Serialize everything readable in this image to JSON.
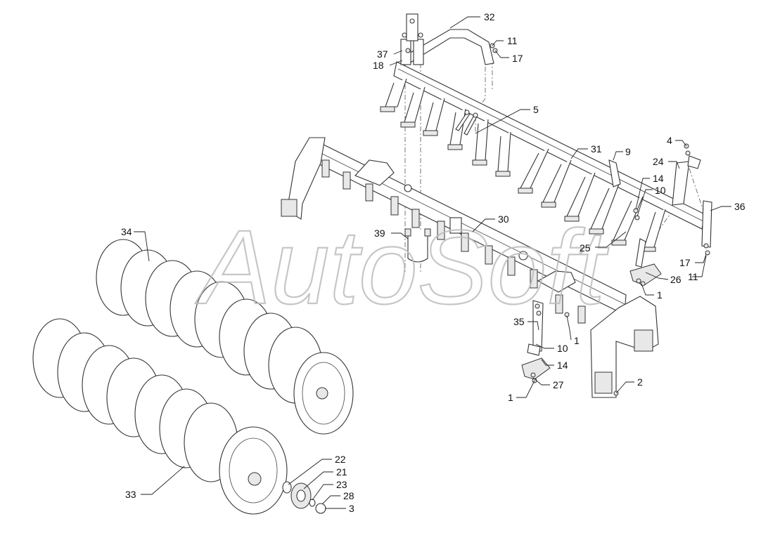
{
  "watermark": "AutoSoft",
  "labels": {
    "l1a": "1",
    "l1b": "1",
    "l1c": "1",
    "l2": "2",
    "l3": "3",
    "l4": "4",
    "l5": "5",
    "l9": "9",
    "l10a": "10",
    "l10b": "10",
    "l11a": "11",
    "l11b": "11",
    "l14a": "14",
    "l14b": "14",
    "l17a": "17",
    "l17b": "17",
    "l18": "18",
    "l21": "21",
    "l22": "22",
    "l23": "23",
    "l24": "24",
    "l25": "25",
    "l26": "26",
    "l27": "27",
    "l28": "28",
    "l30": "30",
    "l31": "31",
    "l32": "32",
    "l33": "33",
    "l34": "34",
    "l35": "35",
    "l36": "36",
    "l37": "37",
    "l39": "39"
  }
}
